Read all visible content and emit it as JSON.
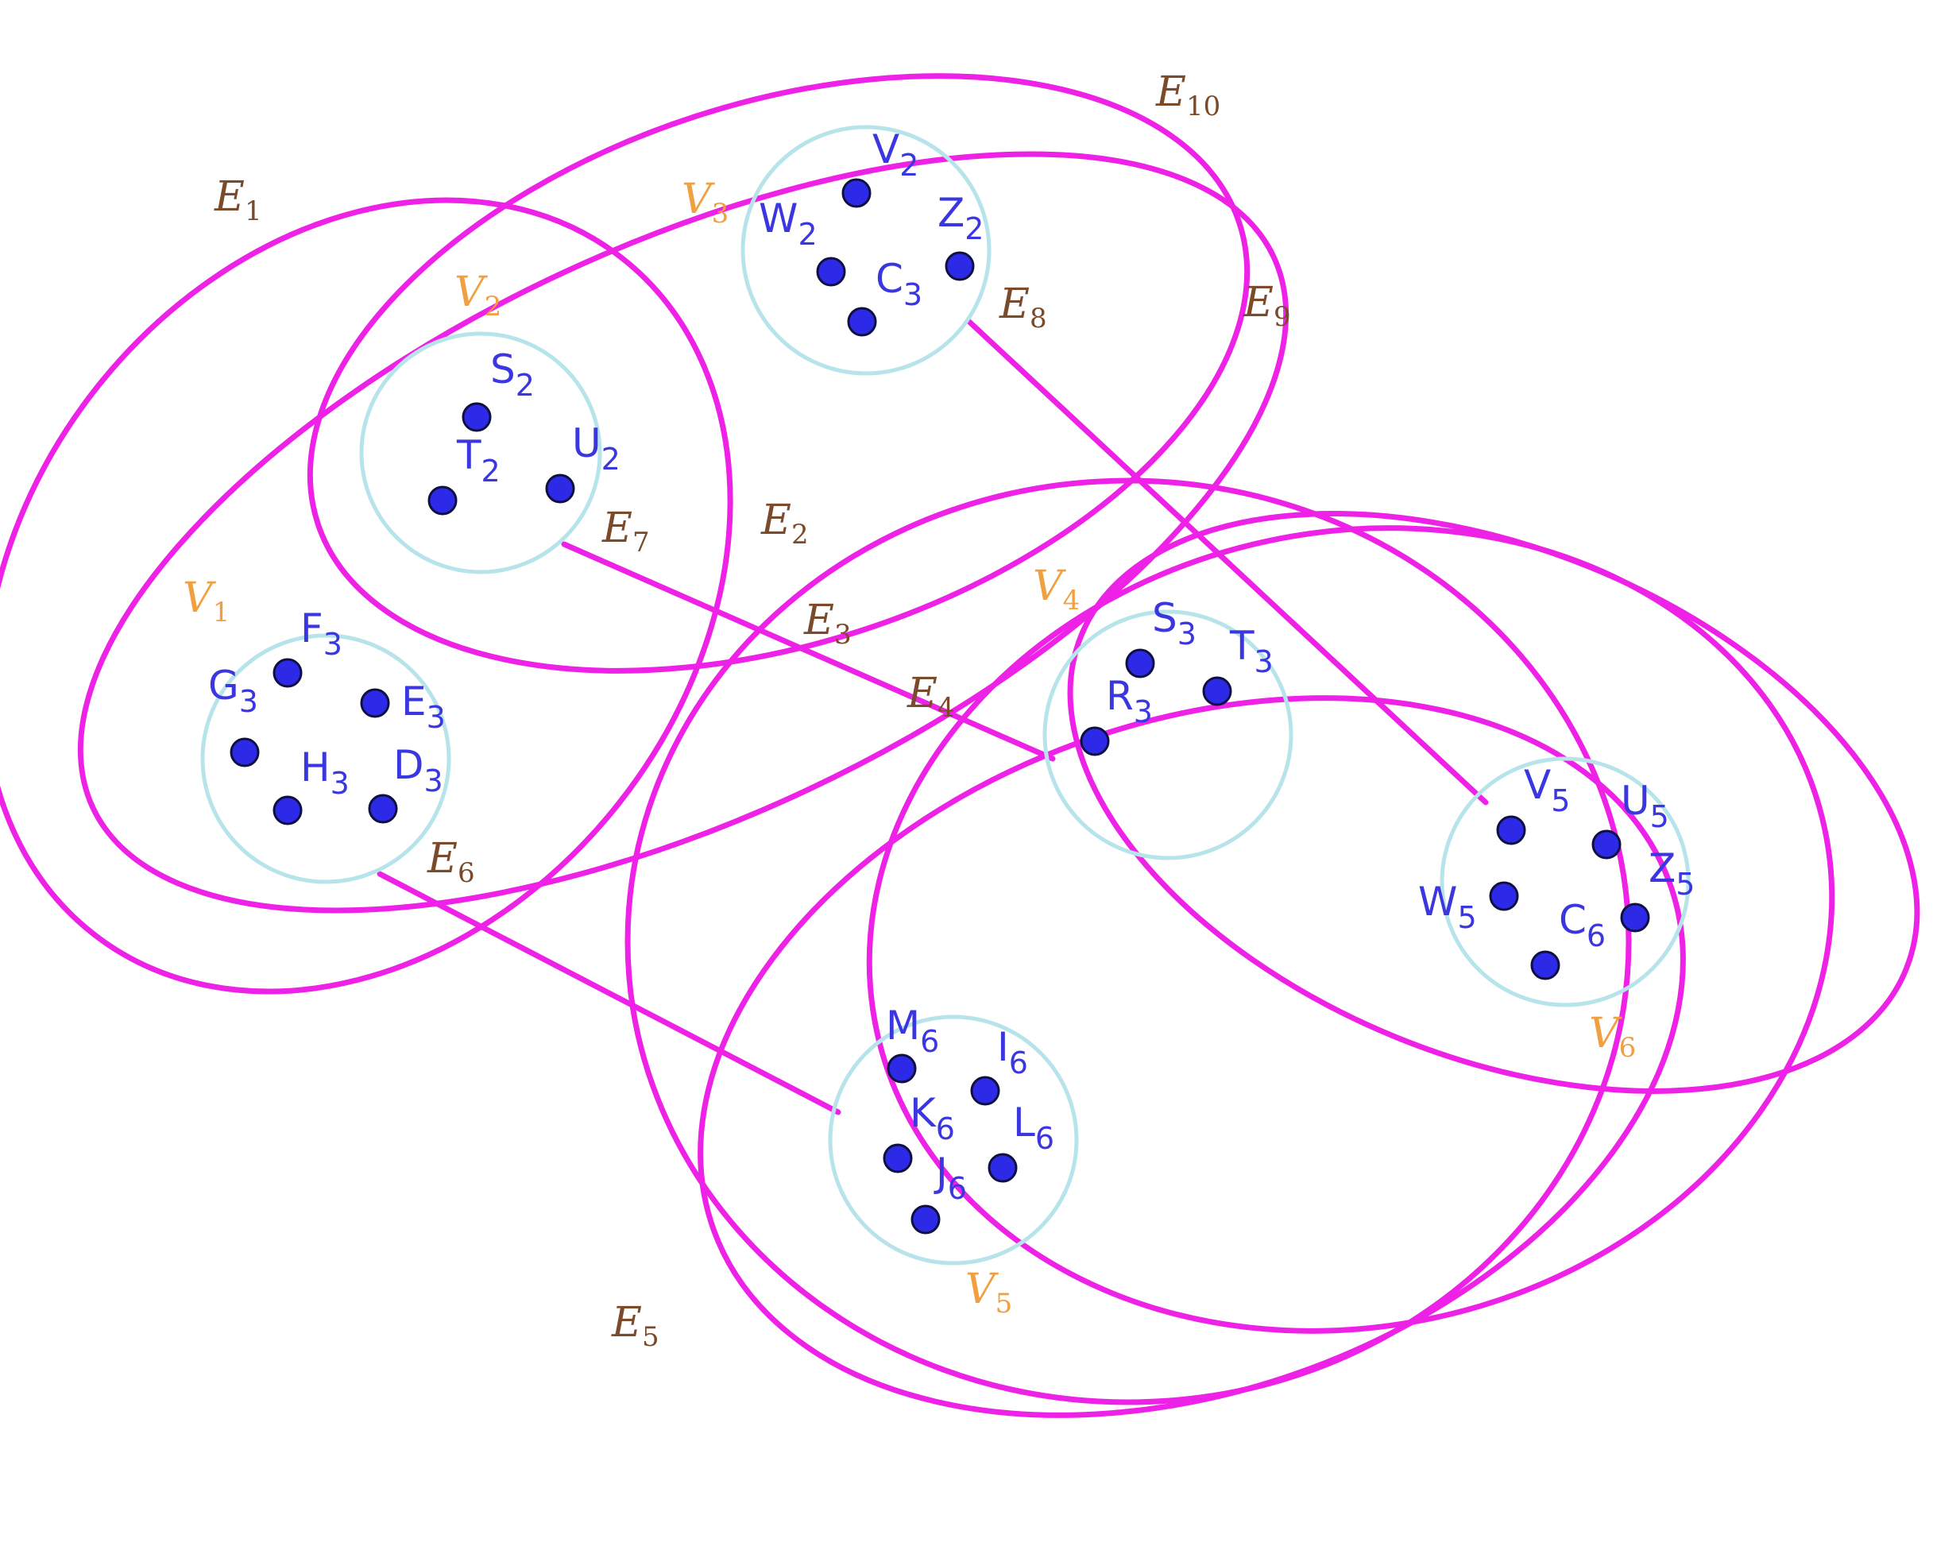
{
  "colors": {
    "edge": "#ee22e6",
    "group_circle": "#b6e4ea",
    "node_fill": "#2c2ae6",
    "node_label": "#3b37e0",
    "group_label": "#f0a040",
    "edge_label": "#7a4a2a"
  },
  "groups": {
    "g1": {
      "letter": "V",
      "sub": "1"
    },
    "g2": {
      "letter": "V",
      "sub": "2"
    },
    "g3": {
      "letter": "V",
      "sub": "3"
    },
    "g4": {
      "letter": "V",
      "sub": "4"
    },
    "g5": {
      "letter": "V",
      "sub": "5"
    },
    "g6": {
      "letter": "V",
      "sub": "6"
    }
  },
  "edges": {
    "e1": {
      "letter": "E",
      "sub": "1"
    },
    "e2": {
      "letter": "E",
      "sub": "2"
    },
    "e3": {
      "letter": "E",
      "sub": "3"
    },
    "e4": {
      "letter": "E",
      "sub": "4"
    },
    "e5": {
      "letter": "E",
      "sub": "5"
    },
    "e6": {
      "letter": "E",
      "sub": "6"
    },
    "e7": {
      "letter": "E",
      "sub": "7"
    },
    "e8": {
      "letter": "E",
      "sub": "8"
    },
    "e9": {
      "letter": "E",
      "sub": "9"
    },
    "e10": {
      "letter": "E",
      "sub": "10"
    }
  },
  "nodes": {
    "f3": {
      "letter": "F",
      "sub": "3"
    },
    "g3": {
      "letter": "G",
      "sub": "3"
    },
    "e3": {
      "letter": "E",
      "sub": "3"
    },
    "h3": {
      "letter": "H",
      "sub": "3"
    },
    "d3": {
      "letter": "D",
      "sub": "3"
    },
    "s2": {
      "letter": "S",
      "sub": "2"
    },
    "t2": {
      "letter": "T",
      "sub": "2"
    },
    "u2": {
      "letter": "U",
      "sub": "2"
    },
    "v2": {
      "letter": "V",
      "sub": "2"
    },
    "w2": {
      "letter": "W",
      "sub": "2"
    },
    "z2": {
      "letter": "Z",
      "sub": "2"
    },
    "c3": {
      "letter": "C",
      "sub": "3"
    },
    "s3": {
      "letter": "S",
      "sub": "3"
    },
    "t3": {
      "letter": "T",
      "sub": "3"
    },
    "r3": {
      "letter": "R",
      "sub": "3"
    },
    "m6": {
      "letter": "M",
      "sub": "6"
    },
    "i6": {
      "letter": "I",
      "sub": "6"
    },
    "k6": {
      "letter": "K",
      "sub": "6"
    },
    "l6": {
      "letter": "L",
      "sub": "6"
    },
    "j6": {
      "letter": "J",
      "sub": "6"
    },
    "v5": {
      "letter": "V",
      "sub": "5"
    },
    "u5": {
      "letter": "U",
      "sub": "5"
    },
    "w5": {
      "letter": "W",
      "sub": "5"
    },
    "z5": {
      "letter": "Z",
      "sub": "5"
    },
    "c6": {
      "letter": "C",
      "sub": "6"
    }
  }
}
